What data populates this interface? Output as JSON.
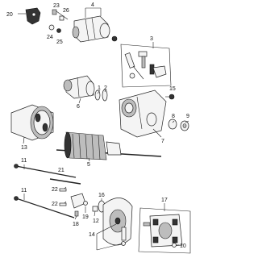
{
  "callouts": [
    "1",
    "2",
    "3",
    "4",
    "5",
    "6",
    "7",
    "8",
    "9",
    "10",
    "11",
    "11",
    "12",
    "13",
    "14",
    "15",
    "16",
    "17",
    "18",
    "19",
    "20",
    "21",
    "22",
    "22",
    "23",
    "24",
    "25",
    "26"
  ]
}
